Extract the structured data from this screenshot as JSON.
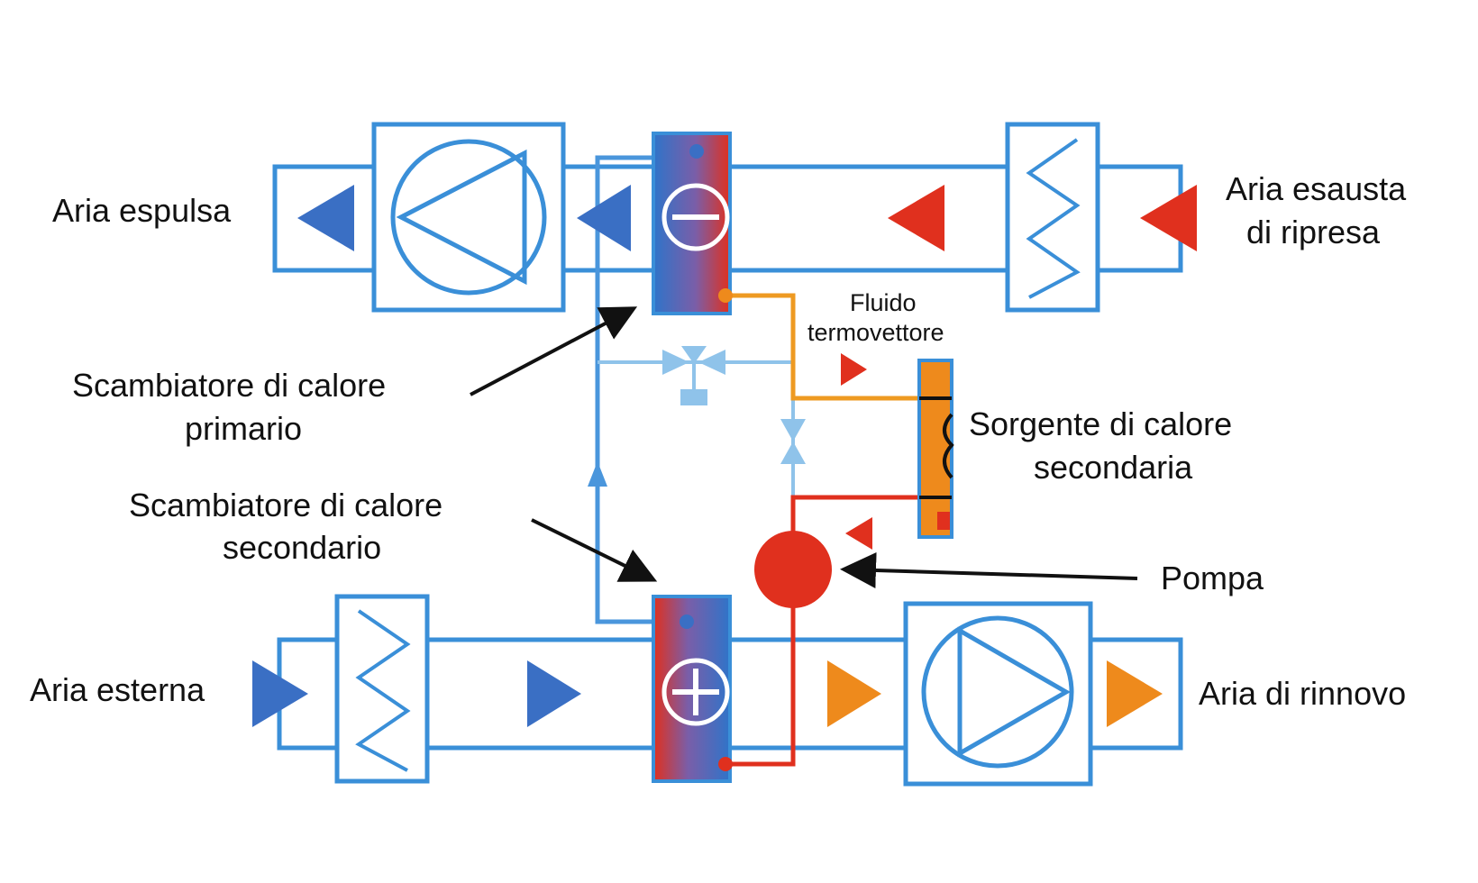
{
  "labels": {
    "exhaust_out": "Aria espulsa",
    "exhaust_in": [
      "Aria esausta",
      "di ripresa"
    ],
    "fluid": [
      "Fluido",
      "termovettore"
    ],
    "primary_hx": [
      "Scambiatore di calore",
      "primario"
    ],
    "secondary_source": [
      "Sorgente di calore",
      "secondaria"
    ],
    "secondary_hx": [
      "Scambiatore di calore",
      "secondario"
    ],
    "pump": "Pompa",
    "outdoor_air": "Aria esterna",
    "supply_air": "Aria di rinnovo"
  },
  "colors": {
    "duct": "#3a8fd8",
    "duct_light": "#8fc3ea",
    "arrow_cold": "#3a6fc4",
    "arrow_hot": "#e0301e",
    "arrow_warm": "#ee8a1c",
    "pipe_hot": "#e0301e",
    "pipe_warm": "#ee9a22",
    "pipe_cold": "#4a96dc"
  }
}
